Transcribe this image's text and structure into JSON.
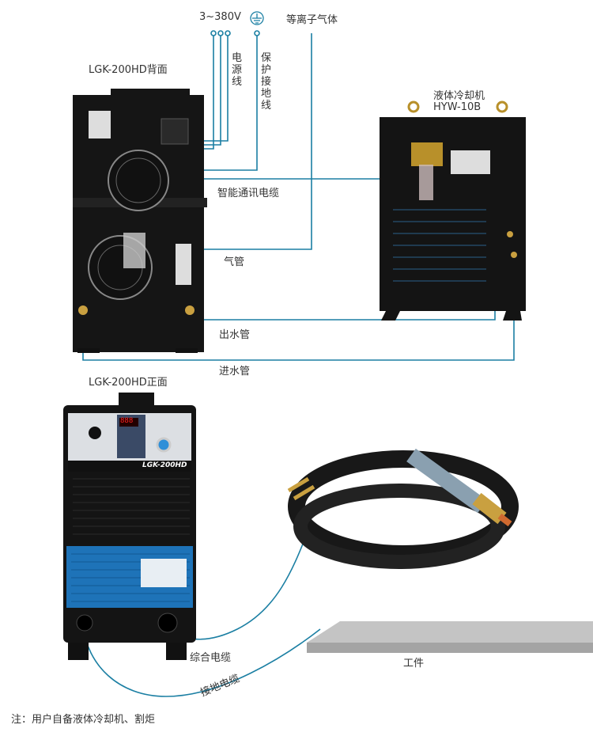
{
  "labels": {
    "voltage": "3~380V",
    "plasma_gas": "等离子气体",
    "power_cable": "电源线",
    "ground_protection": "保护接地线",
    "back_title": "LGK-200HD背面",
    "cooler_title": "液体冷却机",
    "cooler_model": "HYW-10B",
    "comm_cable": "智能通讯电缆",
    "gas_pipe": "气管",
    "water_out": "出水管",
    "water_in": "进水管",
    "front_title": "LGK-200HD正面",
    "front_model": "LGK-200HD",
    "display_value": "888",
    "combined_cable": "综合电缆",
    "ground_cable": "接地电缆",
    "workpiece": "工件",
    "note": "注：用户自备液体冷却机、割炬"
  },
  "colors": {
    "line": "#1b7fa3",
    "machine": "#161616",
    "blue_panel": "#1e73b8"
  },
  "icons": [
    "ground-symbol-icon"
  ]
}
